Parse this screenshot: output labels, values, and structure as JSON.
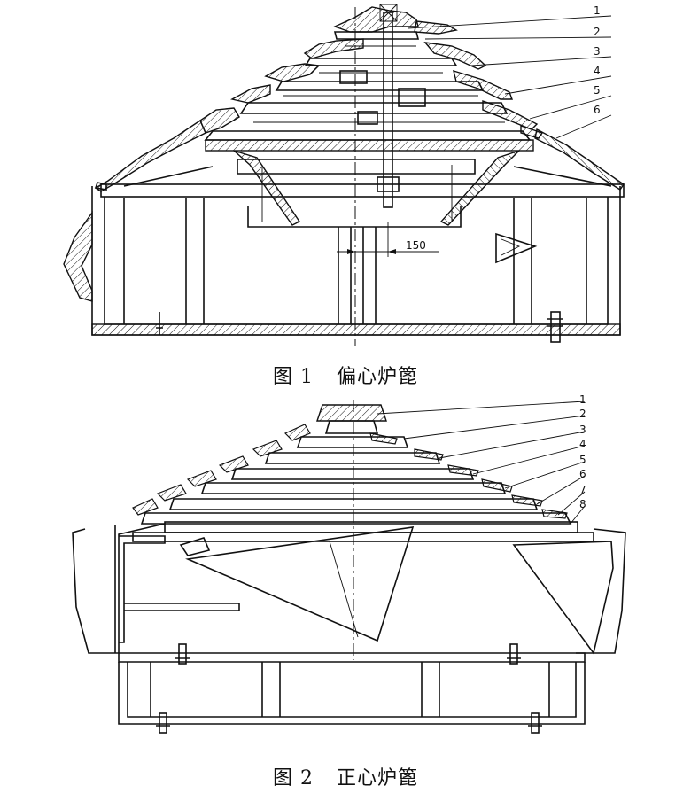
{
  "figure1": {
    "caption_label": "图 1",
    "caption_title": "偏心炉篦",
    "part_numbers": [
      "1",
      "2",
      "3",
      "4",
      "5",
      "6"
    ],
    "dimension_label": "150"
  },
  "figure2": {
    "caption_label": "图 2",
    "caption_title": "正心炉篦",
    "part_numbers": [
      "1",
      "2",
      "3",
      "4",
      "5",
      "6",
      "7",
      "8"
    ]
  }
}
